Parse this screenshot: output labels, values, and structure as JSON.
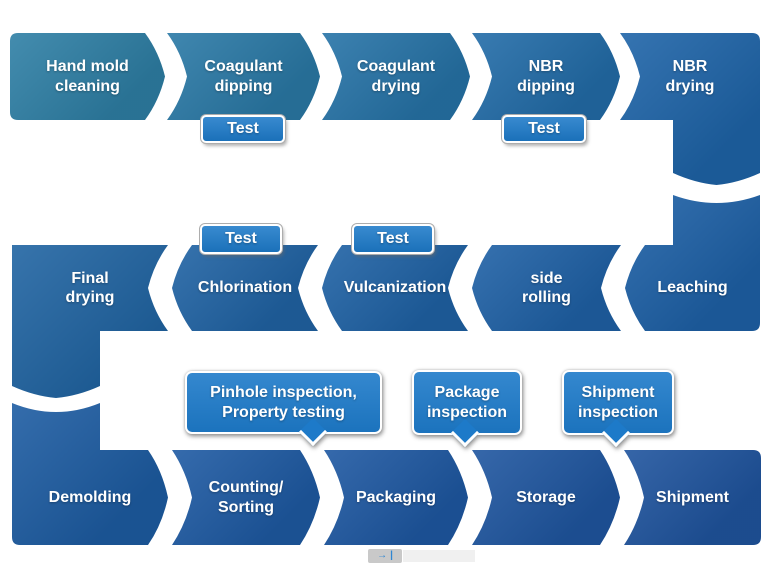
{
  "diagram": {
    "boxes": [
      {
        "label": "Hand mold cleaning"
      },
      {
        "label": "Coagulant dipping"
      },
      {
        "label": "Coagulant drying"
      },
      {
        "label": "NBR dipping"
      },
      {
        "label": "NBR drying"
      },
      {
        "label": "Leaching"
      },
      {
        "label": "side rolling"
      },
      {
        "label": "Vulcanization"
      },
      {
        "label": "Chlorination"
      },
      {
        "label": "Final drying"
      },
      {
        "label": "Demolding"
      },
      {
        "label": "Counting/ Sorting"
      },
      {
        "label": "Packaging"
      },
      {
        "label": "Storage"
      },
      {
        "label": "Shipment"
      }
    ],
    "test_badges": [
      {
        "label": "Test",
        "attached_to": "Coagulant dipping"
      },
      {
        "label": "Test",
        "attached_to": "NBR dipping"
      },
      {
        "label": "Test",
        "attached_to": "Chlorination"
      },
      {
        "label": "Test",
        "attached_to": "Vulcanization"
      }
    ],
    "callouts": [
      {
        "label": "Pinhole inspection, Property testing",
        "attached_to": "Counting/Sorting"
      },
      {
        "label": "Package inspection",
        "attached_to": "Packaging"
      },
      {
        "label": "Shipment inspection",
        "attached_to": "Storage"
      }
    ]
  },
  "footer": {
    "glyph1": "→",
    "glyph2": "|"
  },
  "colors": {
    "background": "#ffffff",
    "text": "#ffffff",
    "shadow_gray": "#9a9a9a",
    "badge_blue": "#1d7ac9",
    "box_fills": [
      "#2e7fa5",
      "#2a79a6",
      "#2673a7",
      "#226ca8",
      "#1e64a8",
      "#1e61a7",
      "#1f61a6",
      "#1f62a5",
      "#2063a4",
      "#2064a2",
      "#1d5ca2",
      "#1e5aa3",
      "#1e58a2",
      "#1f56a0",
      "#1f549e"
    ]
  }
}
